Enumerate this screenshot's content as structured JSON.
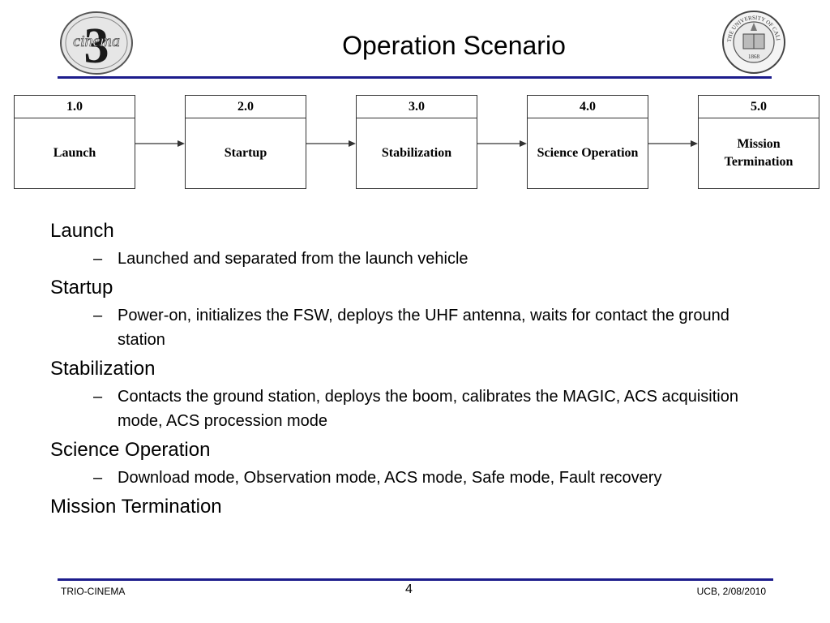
{
  "slide": {
    "title": "Operation Scenario"
  },
  "flow": {
    "steps": [
      {
        "num": "1.0",
        "label": "Launch"
      },
      {
        "num": "2.0",
        "label": "Startup"
      },
      {
        "num": "3.0",
        "label": "Stabilization"
      },
      {
        "num": "4.0",
        "label": "Science Operation"
      },
      {
        "num": "5.0",
        "label": "Mission Termination"
      }
    ]
  },
  "bullets": [
    {
      "heading": "Launch",
      "detail": "Launched and separated from the launch vehicle"
    },
    {
      "heading": "Startup",
      "detail": "Power-on, initializes the FSW, deploys the UHF antenna, waits for contact the ground station"
    },
    {
      "heading": "Stabilization",
      "detail": "Contacts the ground station, deploys the boom, calibrates the MAGIC, ACS acquisition mode, ACS procession mode"
    },
    {
      "heading": "Science Operation",
      "detail": "Download mode, Observation mode, ACS mode, Safe mode, Fault recovery"
    },
    {
      "heading": "Mission Termination",
      "detail": ""
    }
  ],
  "footer": {
    "left": "TRIO-CINEMA",
    "page": "4",
    "right": "UCB, 2/08/2010"
  },
  "logo": {
    "left_text": "cinema",
    "left_numeral": "3",
    "right_text": "THE UNIVERSITY OF CALIFORNIA",
    "right_year": "1868"
  },
  "colors": {
    "rule": "#1c1c8c",
    "box_border": "#333333"
  }
}
